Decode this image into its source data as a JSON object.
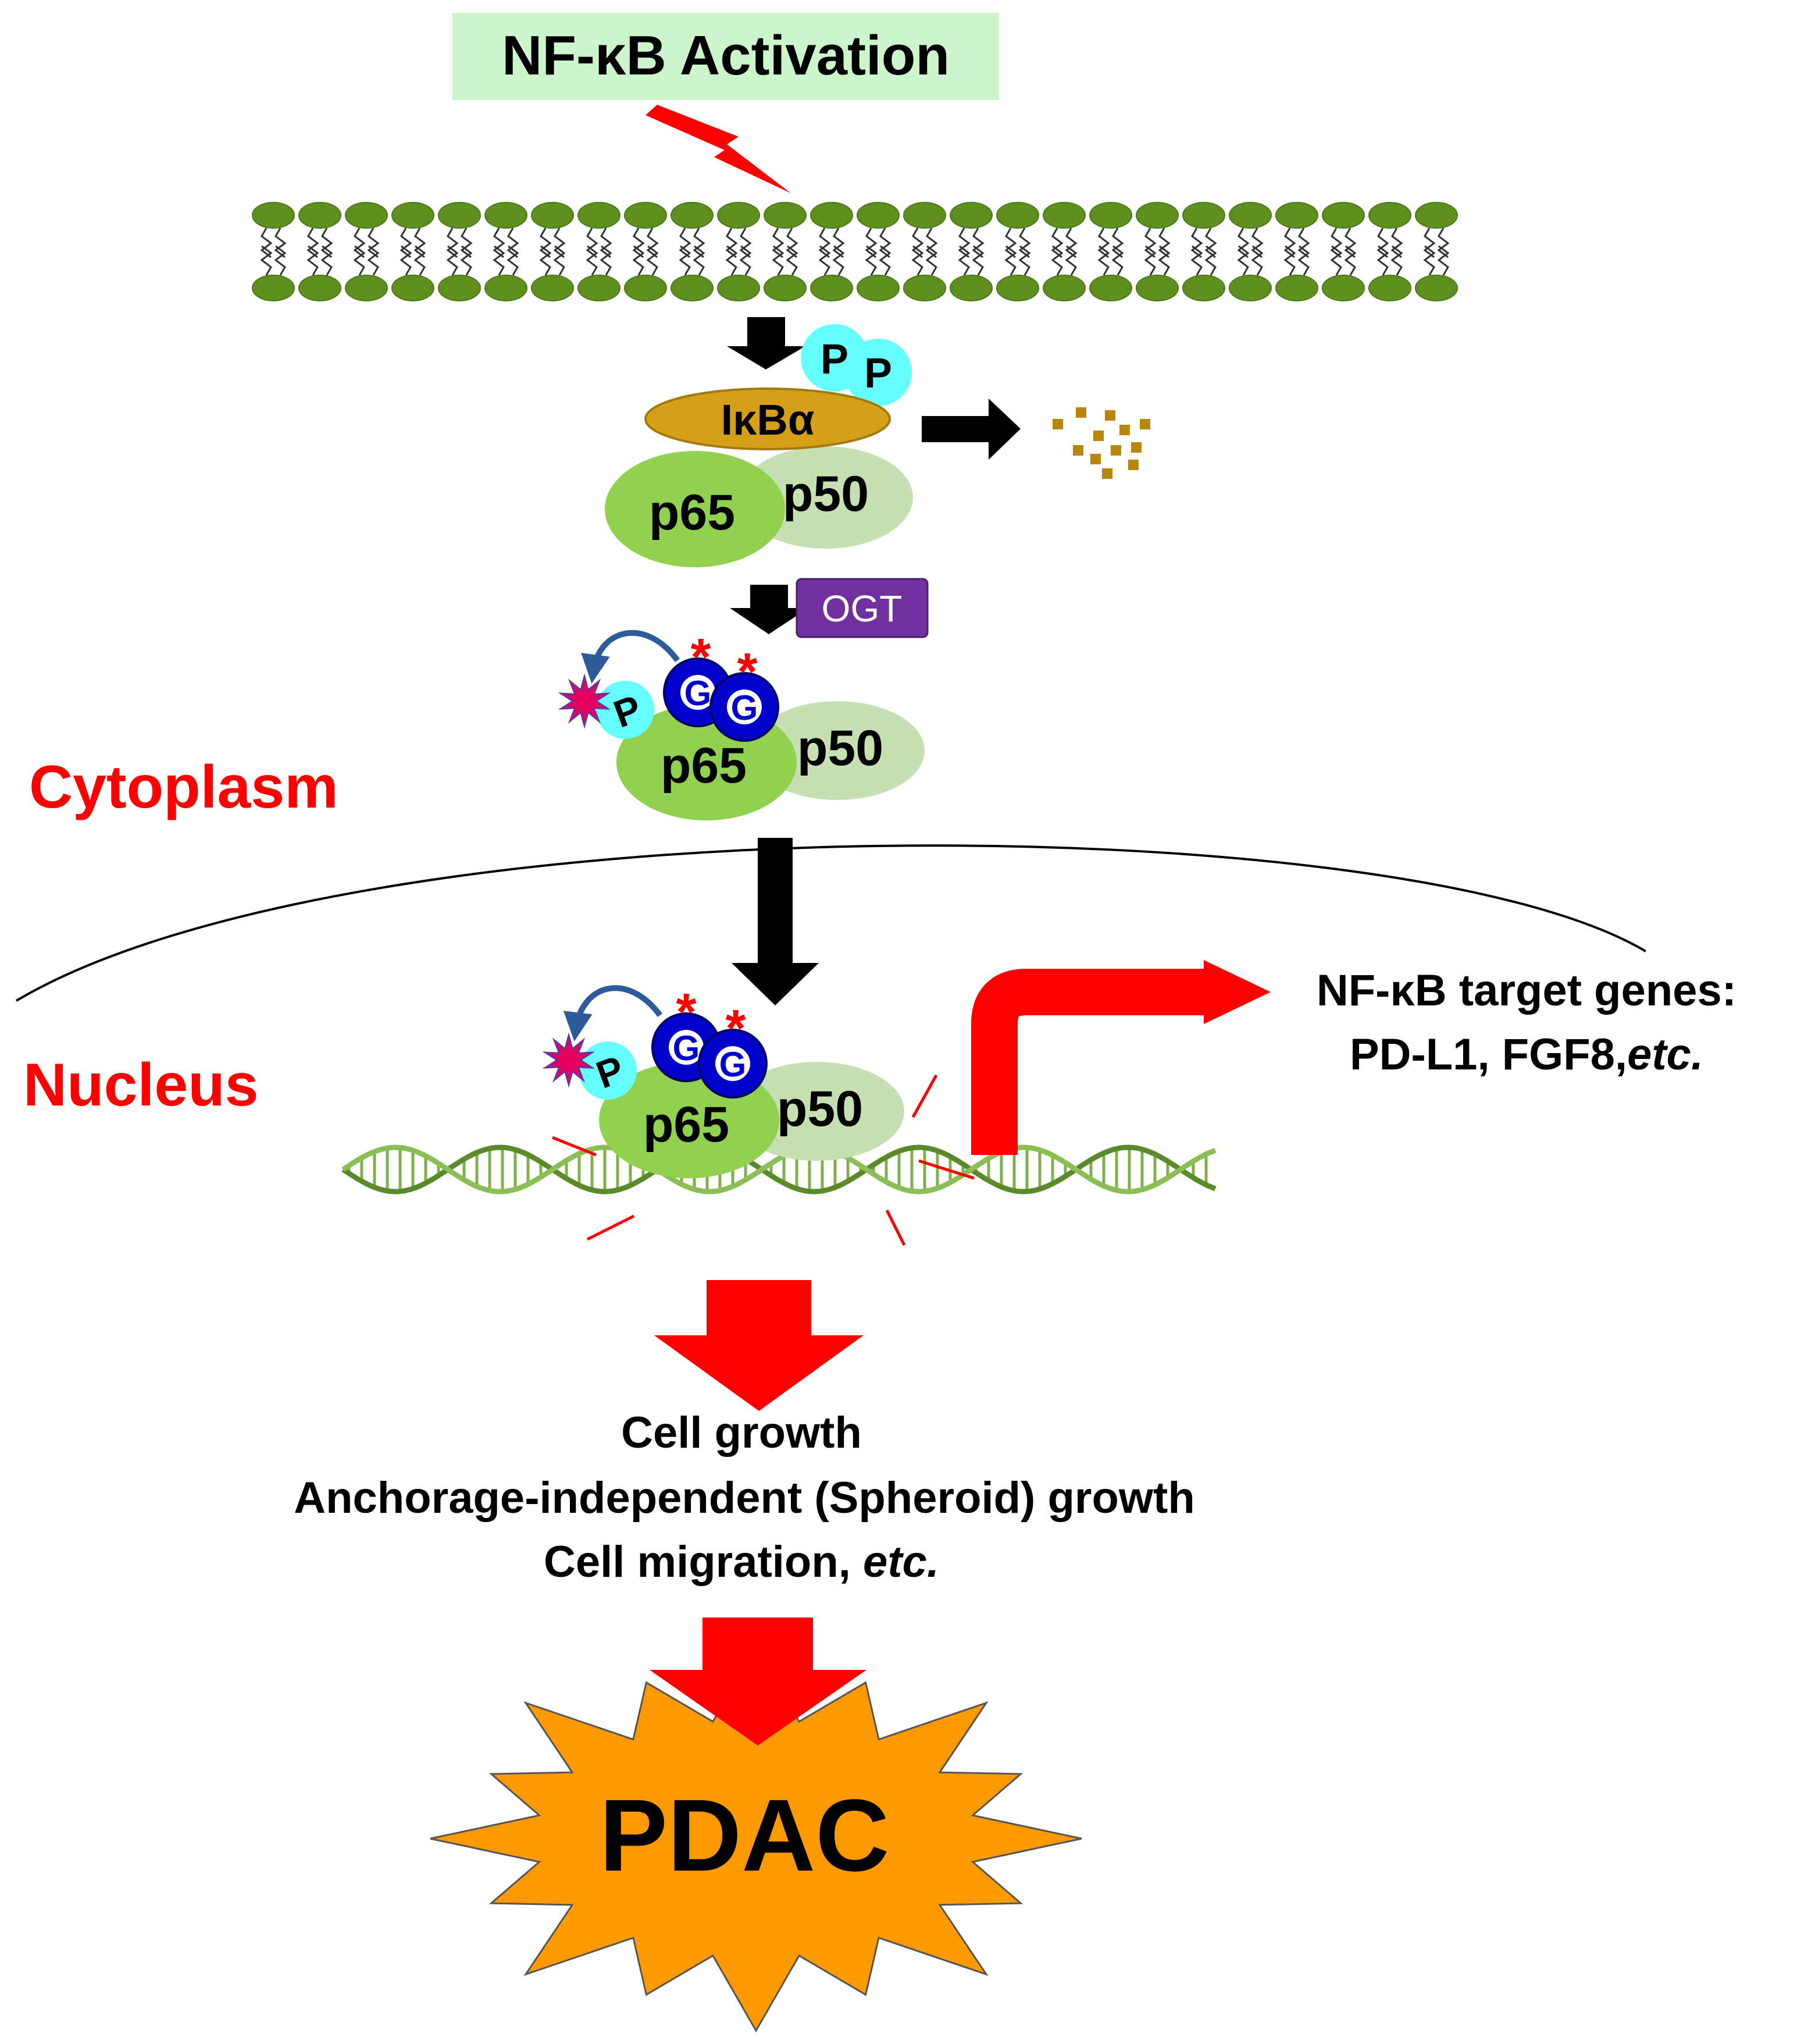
{
  "title": "NF-κB Activation",
  "labels": {
    "ikba": "IκBα",
    "p65": "p65",
    "p50": "p50",
    "phospho": "P",
    "glcnac": "G",
    "ogt": "OGT",
    "asterisk": "*",
    "cytoplasm": "Cytoplasm",
    "nucleus": "Nucleus"
  },
  "target_genes": {
    "line1": "NF-κB target genes:",
    "line2_prefix": "PD-L1, FGF8,",
    "line2_italic": "etc."
  },
  "outcomes": {
    "line1": "Cell growth",
    "line2": "Anchorage-independent (Spheroid) growth",
    "line3_prefix": "Cell migration, ",
    "line3_italic": "etc."
  },
  "result": "PDAC",
  "colors": {
    "title_bg": "#ccf5cc",
    "membrane": "#4a7a18",
    "ikba": "#d4a017",
    "p65": "#92d050",
    "p50": "#c6e0b4",
    "phospho": "#66ffff",
    "glcnac": "#0000cc",
    "ogt": "#7030a0",
    "red": "#ff0000",
    "pdac": "#ff9900",
    "dna": "#5a8a2a",
    "fragments": "#b8860b",
    "arc": "#2e5c9a",
    "burst": "#e6005c"
  },
  "icons": [
    "lightning-bolt",
    "lipid-bilayer-membrane",
    "degradation-fragments",
    "phosphorylation-burst",
    "dna-helix",
    "explosion-star"
  ]
}
